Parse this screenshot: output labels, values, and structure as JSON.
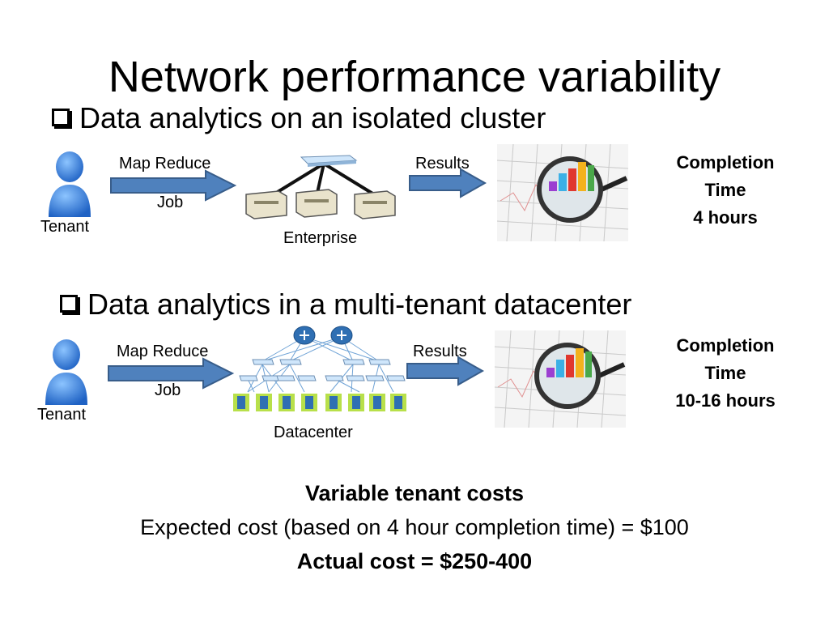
{
  "slide": {
    "title": "Network performance variability",
    "bullets": [
      "Data analytics on an isolated cluster",
      "Data analytics in a multi-tenant datacenter"
    ],
    "rows": [
      {
        "tenant_label": "Tenant",
        "arrow_top": "Map Reduce",
        "arrow_bottom": "Job",
        "infra_label": "Enterprise",
        "results_label": "Results",
        "completion": [
          "Completion",
          "Time",
          "4 hours"
        ]
      },
      {
        "tenant_label": "Tenant",
        "arrow_top": "Map Reduce",
        "arrow_bottom": "Job",
        "infra_label": "Datacenter",
        "results_label": "Results",
        "completion": [
          "Completion",
          "Time",
          "10-16 hours"
        ]
      }
    ],
    "footer": {
      "heading": "Variable tenant costs",
      "expected": "Expected cost (based on 4 hour completion time) = $100",
      "actual": "Actual cost = $250-400"
    }
  },
  "colors": {
    "arrow_fill": "#4f81bd",
    "arrow_stroke": "#385d8a",
    "tenant_blue": "#2e7bd6",
    "router_blue": "#2f6fb3",
    "bar_colors": [
      "#9b3fd1",
      "#3bb0e6",
      "#e0382f",
      "#f3b21d",
      "#4aa84a"
    ]
  }
}
